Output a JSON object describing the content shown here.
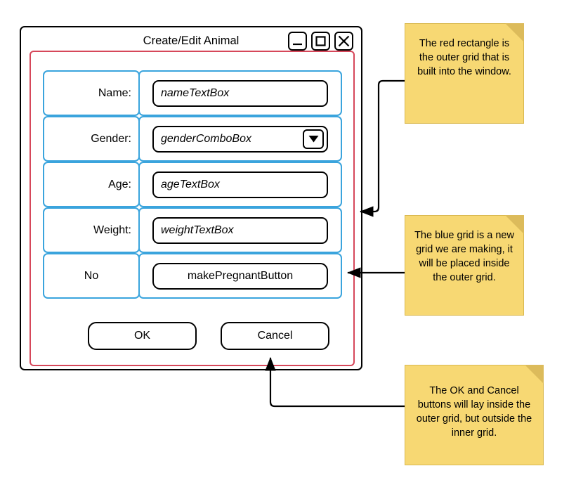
{
  "window": {
    "title": "Create/Edit Animal",
    "controls": [
      {
        "name": "minimize",
        "glyph": "_"
      },
      {
        "name": "maximize",
        "glyph": "square"
      },
      {
        "name": "close",
        "glyph": "X"
      }
    ]
  },
  "form": {
    "rows": [
      {
        "label": "Name:",
        "value": "nameTextBox",
        "type": "textbox"
      },
      {
        "label": "Gender:",
        "value": "genderComboBox",
        "type": "combobox"
      },
      {
        "label": "Age:",
        "value": "ageTextBox",
        "type": "textbox"
      },
      {
        "label": "Weight:",
        "value": "weightTextBox",
        "type": "textbox"
      },
      {
        "label": "No",
        "value": "makePregnantButton",
        "type": "button"
      }
    ]
  },
  "dialog_buttons": {
    "ok": "OK",
    "cancel": "Cancel"
  },
  "notes": [
    {
      "text": "The red rectangle is the outer grid that is built into the window."
    },
    {
      "text": "The blue grid is a new grid we are making, it will be placed inside the outer grid."
    },
    {
      "text": "The OK and Cancel buttons will lay inside the outer grid, but outside the inner grid."
    }
  ],
  "colors": {
    "outer_grid": "#d6475a",
    "inner_grid": "#3aa4dd",
    "note_fill": "#f7d873",
    "note_fold": "#dcbb5b",
    "outline": "#000000"
  }
}
